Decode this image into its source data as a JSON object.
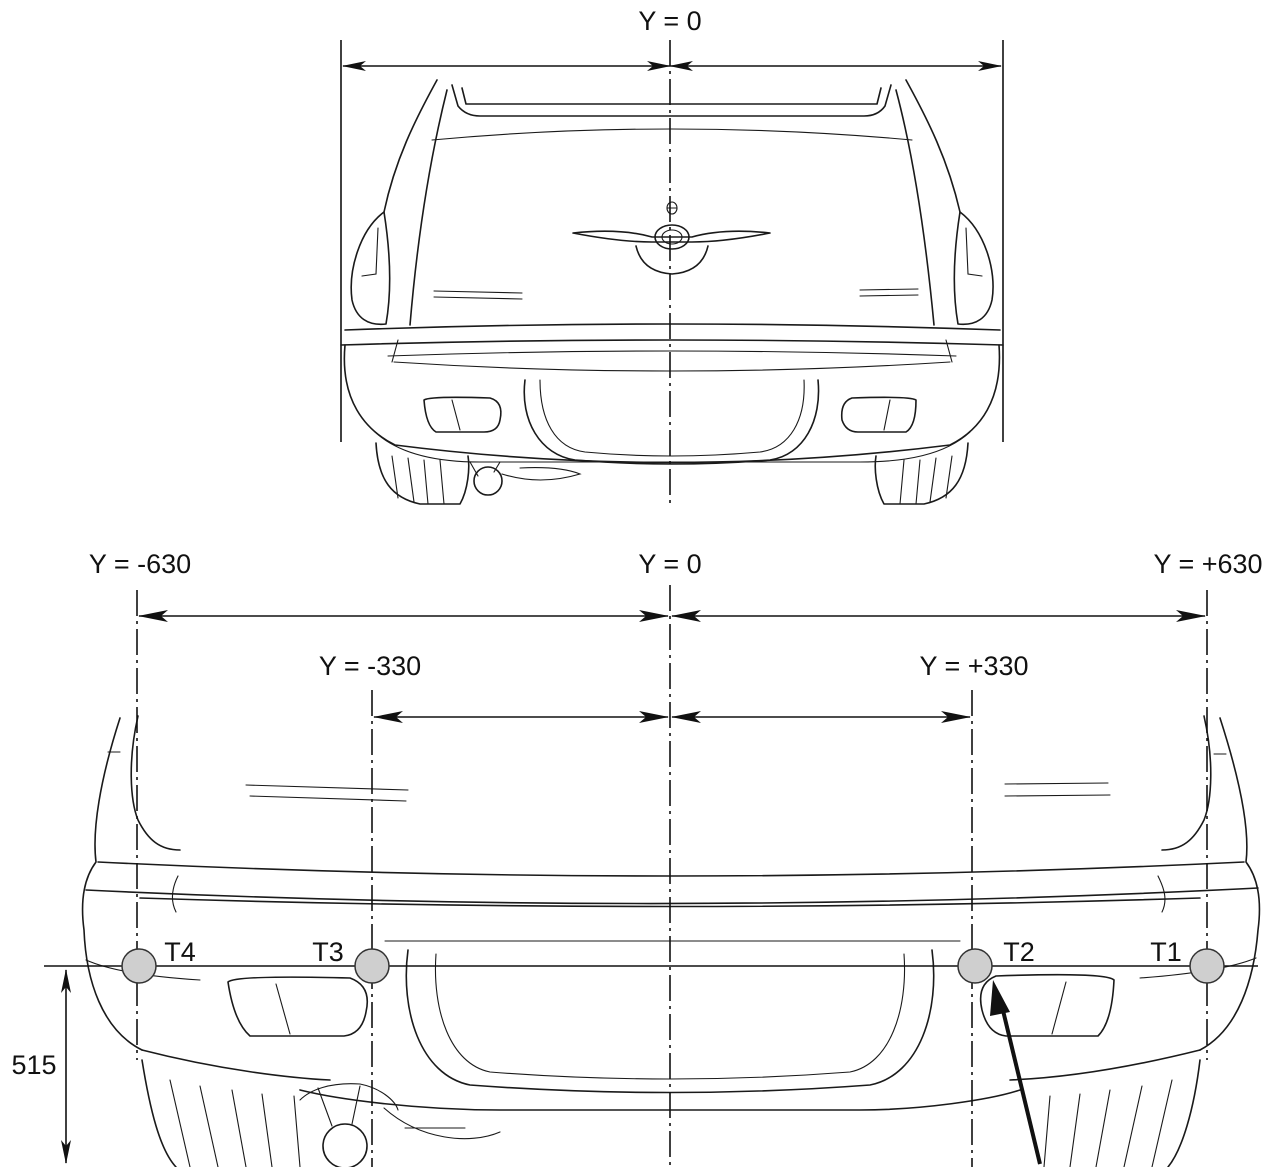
{
  "top_view": {
    "center_label": "Y = 0"
  },
  "bottom_view": {
    "center_label": "Y = 0",
    "labels": {
      "y_neg_630": "Y = -630",
      "y_pos_630": "Y = +630",
      "y_neg_330": "Y = -330",
      "y_pos_330": "Y = +330"
    },
    "points": {
      "t1": "T1",
      "t2": "T2",
      "t3": "T3",
      "t4": "T4"
    },
    "height_label": "515"
  },
  "colors": {
    "line": "#111111",
    "point_fill": "#cfcfcf"
  }
}
